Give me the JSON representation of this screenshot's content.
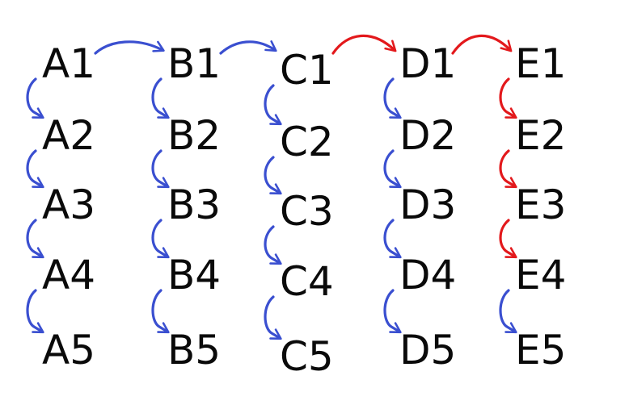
{
  "colors": {
    "blue": "#3a4fd0",
    "red": "#e3191c",
    "text": "#0a0a0a"
  },
  "grid": {
    "columns": [
      "A",
      "B",
      "C",
      "D",
      "E"
    ],
    "rows": [
      "1",
      "2",
      "3",
      "4",
      "5"
    ],
    "labels": [
      [
        "A1",
        "B1",
        "C1",
        "D1",
        "E1"
      ],
      [
        "A2",
        "B2",
        "C2",
        "D2",
        "E2"
      ],
      [
        "A3",
        "B3",
        "C3",
        "D3",
        "E3"
      ],
      [
        "A4",
        "B4",
        "C4",
        "D4",
        "E4"
      ],
      [
        "A5",
        "B5",
        "C5",
        "D5",
        "E5"
      ]
    ]
  },
  "horizontal_arrows": [
    {
      "from": "A1",
      "to": "B1",
      "color": "blue"
    },
    {
      "from": "B1",
      "to": "C1",
      "color": "blue"
    },
    {
      "from": "C1",
      "to": "D1",
      "color": "red"
    },
    {
      "from": "D1",
      "to": "E1",
      "color": "red"
    }
  ],
  "vertical_arrows": [
    {
      "from": "A1",
      "to": "A2",
      "color": "blue"
    },
    {
      "from": "A2",
      "to": "A3",
      "color": "blue"
    },
    {
      "from": "A3",
      "to": "A4",
      "color": "blue"
    },
    {
      "from": "A4",
      "to": "A5",
      "color": "blue"
    },
    {
      "from": "B1",
      "to": "B2",
      "color": "blue"
    },
    {
      "from": "B2",
      "to": "B3",
      "color": "blue"
    },
    {
      "from": "B3",
      "to": "B4",
      "color": "blue"
    },
    {
      "from": "B4",
      "to": "B5",
      "color": "blue"
    },
    {
      "from": "C1",
      "to": "C2",
      "color": "blue"
    },
    {
      "from": "C2",
      "to": "C3",
      "color": "blue"
    },
    {
      "from": "C3",
      "to": "C4",
      "color": "blue"
    },
    {
      "from": "C4",
      "to": "C5",
      "color": "blue"
    },
    {
      "from": "D1",
      "to": "D2",
      "color": "blue"
    },
    {
      "from": "D2",
      "to": "D3",
      "color": "blue"
    },
    {
      "from": "D3",
      "to": "D4",
      "color": "blue"
    },
    {
      "from": "D4",
      "to": "D5",
      "color": "blue"
    },
    {
      "from": "E1",
      "to": "E2",
      "color": "red"
    },
    {
      "from": "E2",
      "to": "E3",
      "color": "red"
    },
    {
      "from": "E3",
      "to": "E4",
      "color": "red"
    },
    {
      "from": "E4",
      "to": "E5",
      "color": "blue"
    }
  ]
}
